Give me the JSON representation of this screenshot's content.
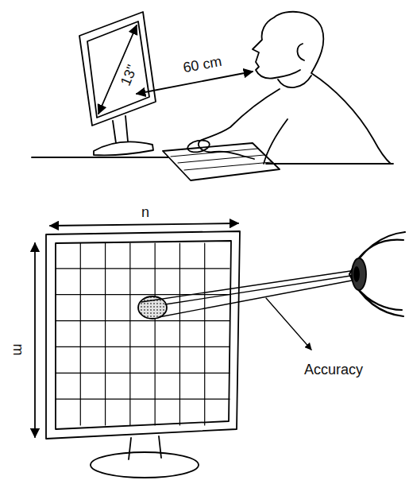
{
  "diagram": {
    "labels": [
      "13\"",
      "60 cm",
      "n",
      "m",
      "Accuracy"
    ]
  }
}
